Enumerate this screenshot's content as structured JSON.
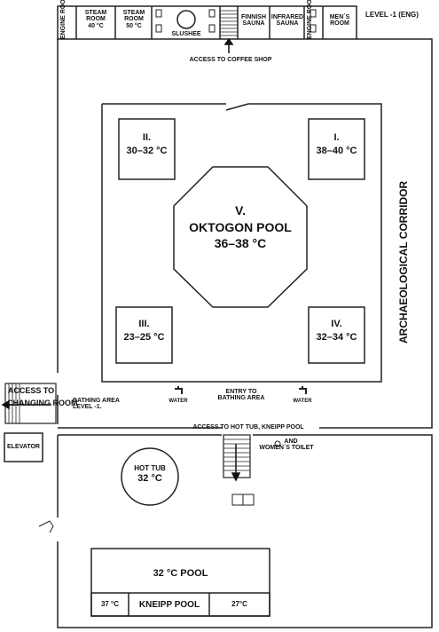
{
  "level_label": "LEVEL -1 (ENG)",
  "top_rooms": {
    "engine_room_left": "ENGINE ROOM",
    "steam_room_40": [
      "STEAM",
      "ROOM",
      "40 °C"
    ],
    "steam_room_50": [
      "STEAM",
      "ROOM",
      "50 °C"
    ],
    "slushee": "SLUSHEE",
    "finnish_sauna": [
      "FINNISH",
      "SAUNA"
    ],
    "infrared_sauna": [
      "INFRARED",
      "SAUNA"
    ],
    "engine_room_right": "ENGINE ROOM",
    "mens_room": [
      "MEN´S",
      "ROOM"
    ]
  },
  "access_coffee_shop": "ACCESS TO COFFEE SHOP",
  "pools": {
    "p2": {
      "num": "II.",
      "temp": "30–32 °C"
    },
    "p1": {
      "num": "I.",
      "temp": "38–40 °C"
    },
    "p5": {
      "num": "V.",
      "name": "OKTOGON POOL",
      "temp": "36–38 °C"
    },
    "p3": {
      "num": "III.",
      "temp": "23–25 °C"
    },
    "p4": {
      "num": "IV.",
      "temp": "32–34 °C"
    }
  },
  "archaeological_corridor": "ARCHAEOLOGICAL CORRIDOR",
  "water_left": "WATER",
  "water_right": "WATER",
  "entry_bathing": [
    "ENTRY TO",
    "BATHING AREA"
  ],
  "access_changing": [
    "ACCESS TO",
    "CHANGING ROOM"
  ],
  "bathing_area_level": [
    "BATHING AREA",
    "LEVEL -1."
  ],
  "elevator": "ELEVATOR",
  "access_hot_tub": "ACCESS TO HOT TUB, KNEIPP POOL",
  "womens_toilet": [
    "AND",
    "WOMEN´S TOILET"
  ],
  "hot_tub": {
    "name": "HOT TUB",
    "temp": "32 °C"
  },
  "pool_32": "32 °C POOL",
  "kneipp": {
    "left_temp": "37 °C",
    "name": "KNEIPP POOL",
    "right_temp": "27°C"
  }
}
